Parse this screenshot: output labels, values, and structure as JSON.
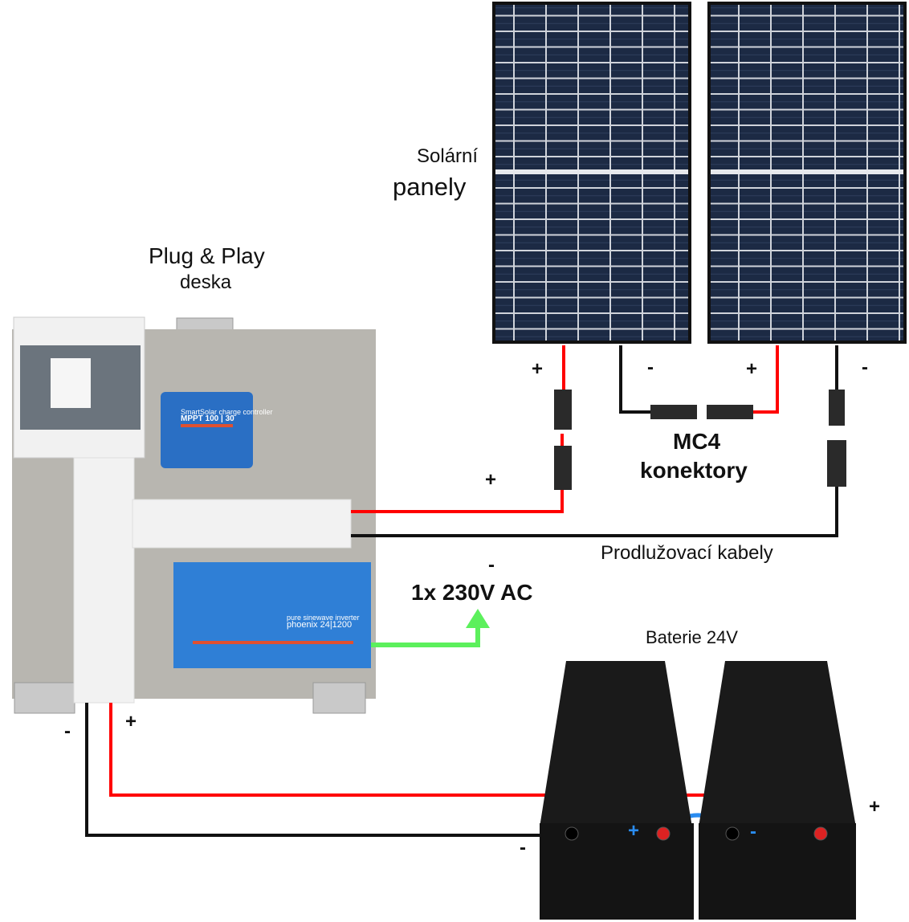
{
  "labels": {
    "solar_line1": "Solární",
    "solar_line2": "panely",
    "board_line1": "Plug & Play",
    "board_line2": "deska",
    "mc4_line1": "MC4",
    "mc4_line2": "konektory",
    "extension": "Prodlužovací kabely",
    "ac_output": "1x 230V AC",
    "battery": "Baterie 24V"
  },
  "devices": {
    "mppt_subtitle": "SmartSolar charge controller",
    "mppt_model": "MPPT 100 | 30",
    "inverter_subtitle": "pure sinewave inverter",
    "inverter_model": "phoenix 24|1200"
  },
  "signs": {
    "plus": "+",
    "minus": "-"
  },
  "colors": {
    "positive": "#ff0000",
    "negative": "#111111",
    "ac": "#5cf05c",
    "bridge": "#2a8cf0",
    "device": "#2a6fc4",
    "panel": "#1c2a44",
    "board": "#b8b6b0"
  }
}
